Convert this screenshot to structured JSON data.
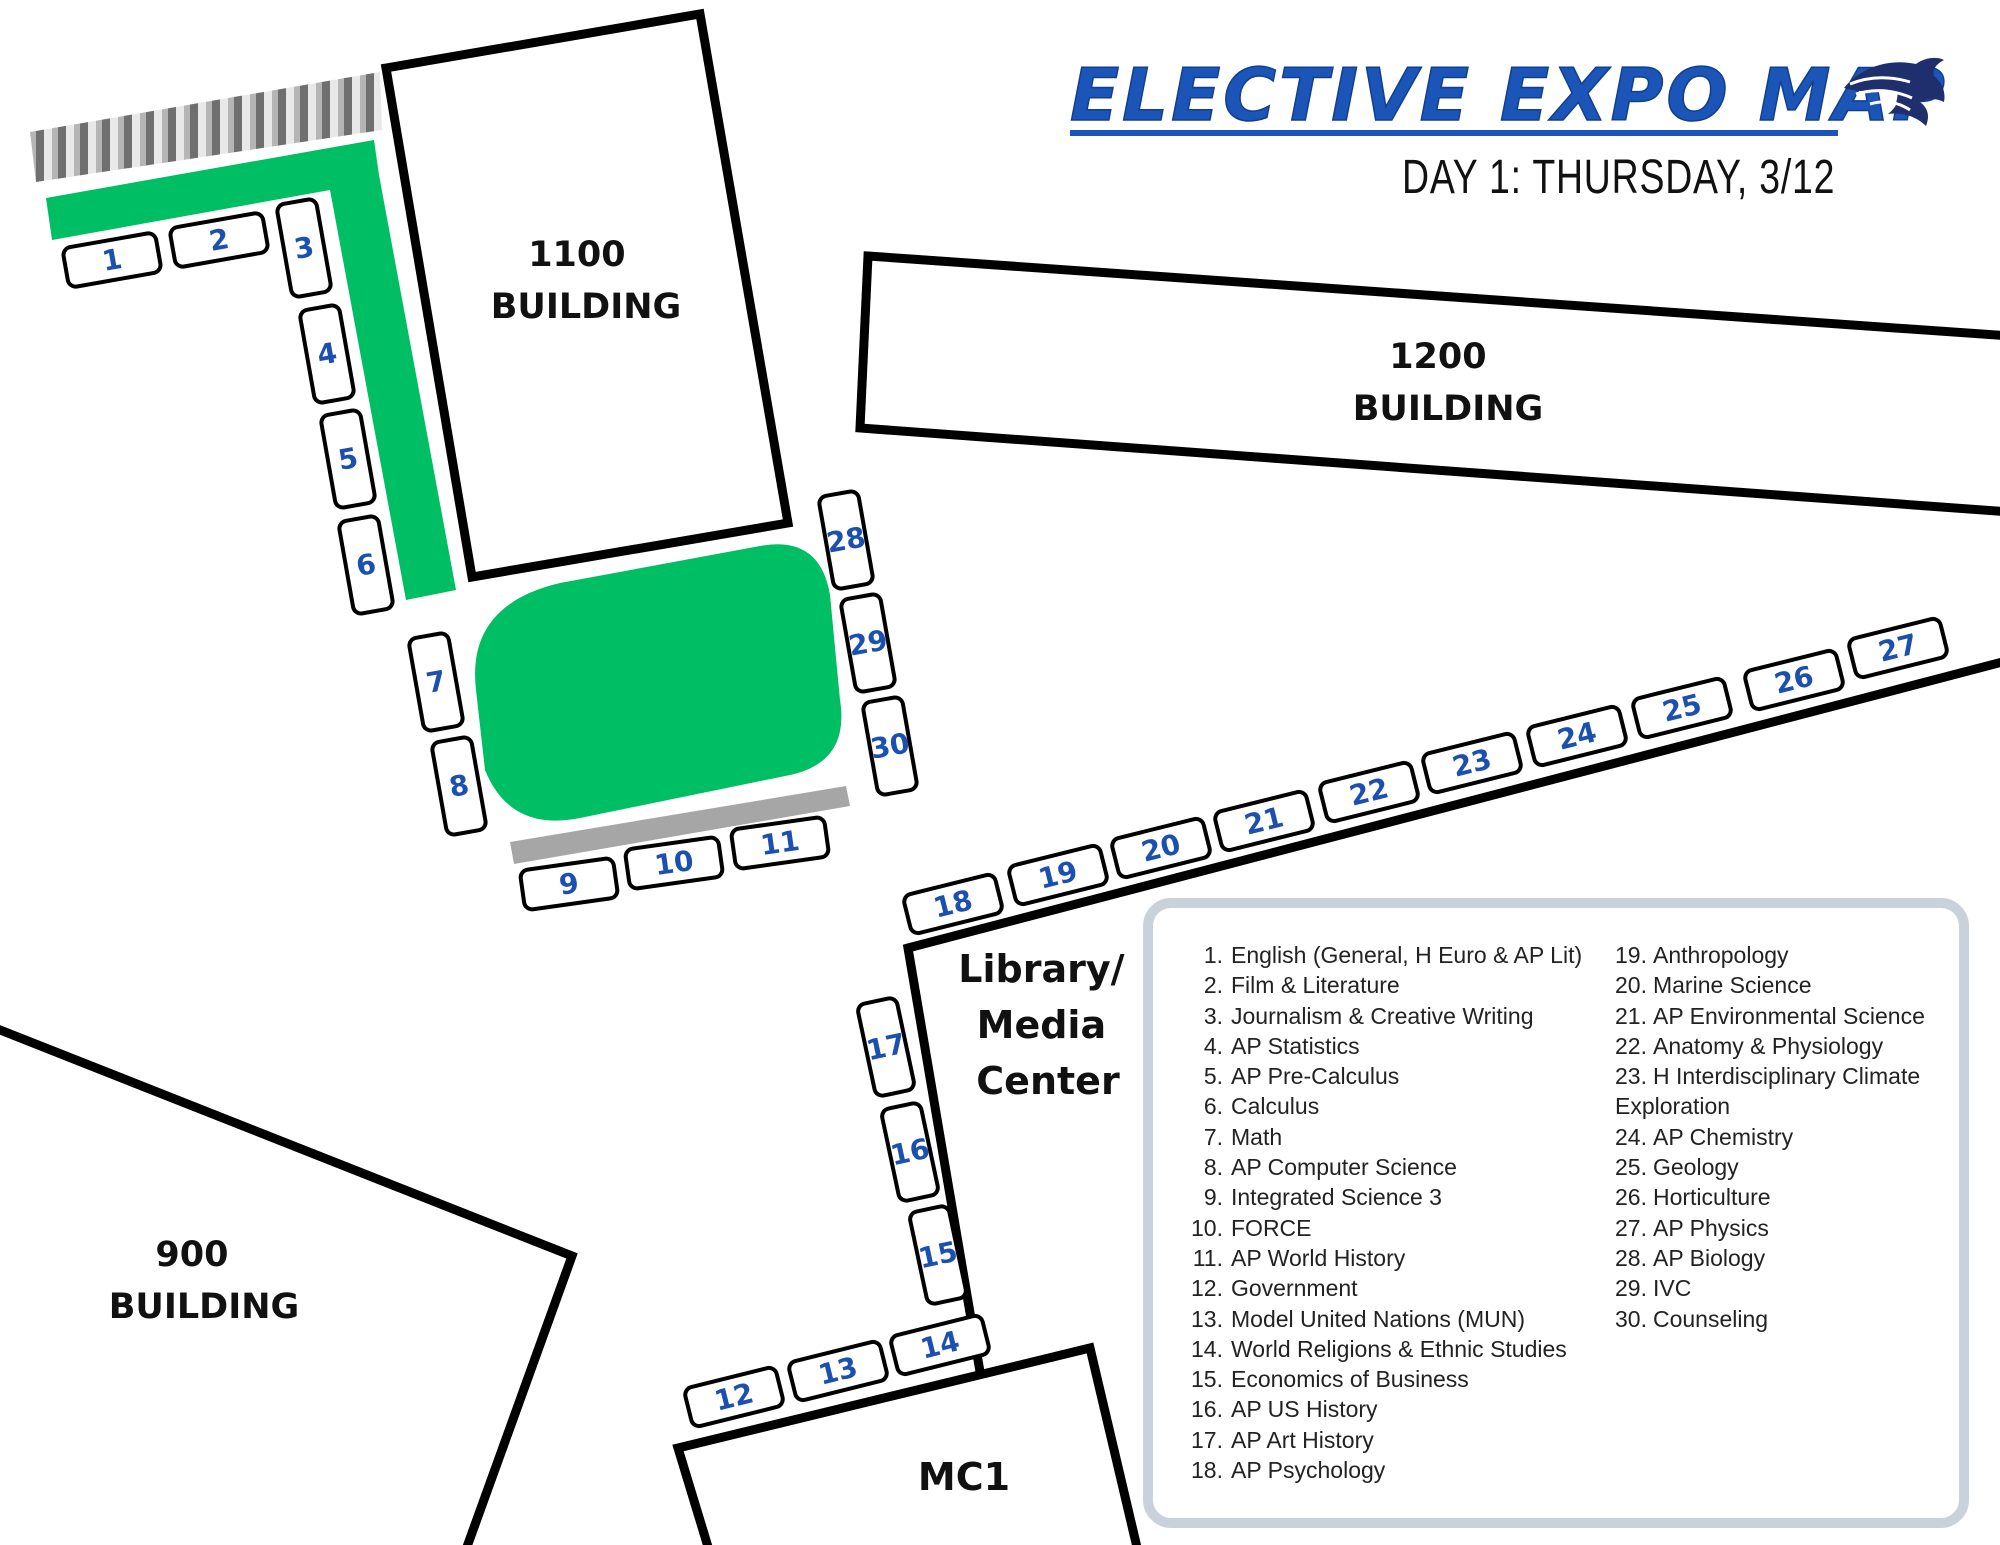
{
  "header": {
    "title": "ELECTIVE EXPO MAP",
    "subtitle": "DAY 1: THURSDAY, 3/12",
    "logo_icon": "wolf-head-icon"
  },
  "colors": {
    "accent_blue": "#1b55b8",
    "booth_number": "#1b4fb0",
    "green_area": "#00be64",
    "legend_border": "#c9d2db",
    "building_outline": "#000000"
  },
  "buildings": {
    "b1100": [
      "1100",
      "BUILDING"
    ],
    "b1200": [
      "1200",
      "BUILDING"
    ],
    "b900": [
      "900",
      "BUILDING"
    ],
    "library": [
      "Library/",
      "Media",
      "Center"
    ],
    "mc1": "MC1"
  },
  "booths": [
    "1",
    "2",
    "3",
    "4",
    "5",
    "6",
    "7",
    "8",
    "9",
    "10",
    "11",
    "12",
    "13",
    "14",
    "15",
    "16",
    "17",
    "18",
    "19",
    "20",
    "21",
    "22",
    "23",
    "24",
    "25",
    "26",
    "27",
    "28",
    "29",
    "30"
  ],
  "legend": {
    "column1": [
      {
        "num": "1.",
        "label": "English (General, H Euro & AP Lit)"
      },
      {
        "num": "2.",
        "label": "Film & Literature"
      },
      {
        "num": "3.",
        "label": "Journalism & Creative Writing"
      },
      {
        "num": "4.",
        "label": "AP Statistics"
      },
      {
        "num": "5.",
        "label": "AP Pre-Calculus"
      },
      {
        "num": "6.",
        "label": "Calculus"
      },
      {
        "num": "7.",
        "label": "Math"
      },
      {
        "num": "8.",
        "label": "AP Computer Science"
      },
      {
        "num": "9.",
        "label": "Integrated Science 3"
      },
      {
        "num": "10.",
        "label": "FORCE"
      },
      {
        "num": "11.",
        "label": "AP World History"
      },
      {
        "num": "12.",
        "label": "Government"
      },
      {
        "num": "13.",
        "label": "Model United Nations (MUN)"
      },
      {
        "num": "14.",
        "label": "World Religions & Ethnic Studies"
      },
      {
        "num": "15.",
        "label": "Economics of Business"
      },
      {
        "num": "16.",
        "label": "AP US History"
      },
      {
        "num": "17.",
        "label": "AP Art History"
      },
      {
        "num": "18.",
        "label": "AP Psychology"
      }
    ],
    "column2": [
      {
        "num": "19.",
        "label": "Anthropology"
      },
      {
        "num": "20.",
        "label": "Marine Science"
      },
      {
        "num": "21.",
        "label": "AP Environmental Science"
      },
      {
        "num": "22.",
        "label": "Anatomy & Physiology"
      },
      {
        "num": "23.",
        "label": "H Interdisciplinary Climate Exploration"
      },
      {
        "num": "24.",
        "label": "AP Chemistry"
      },
      {
        "num": "25.",
        "label": "Geology"
      },
      {
        "num": "26.",
        "label": "Horticulture"
      },
      {
        "num": "27.",
        "label": "AP Physics"
      },
      {
        "num": "28.",
        "label": "AP Biology"
      },
      {
        "num": "29.",
        "label": "IVC"
      },
      {
        "num": "30.",
        "label": "Counseling"
      }
    ]
  }
}
